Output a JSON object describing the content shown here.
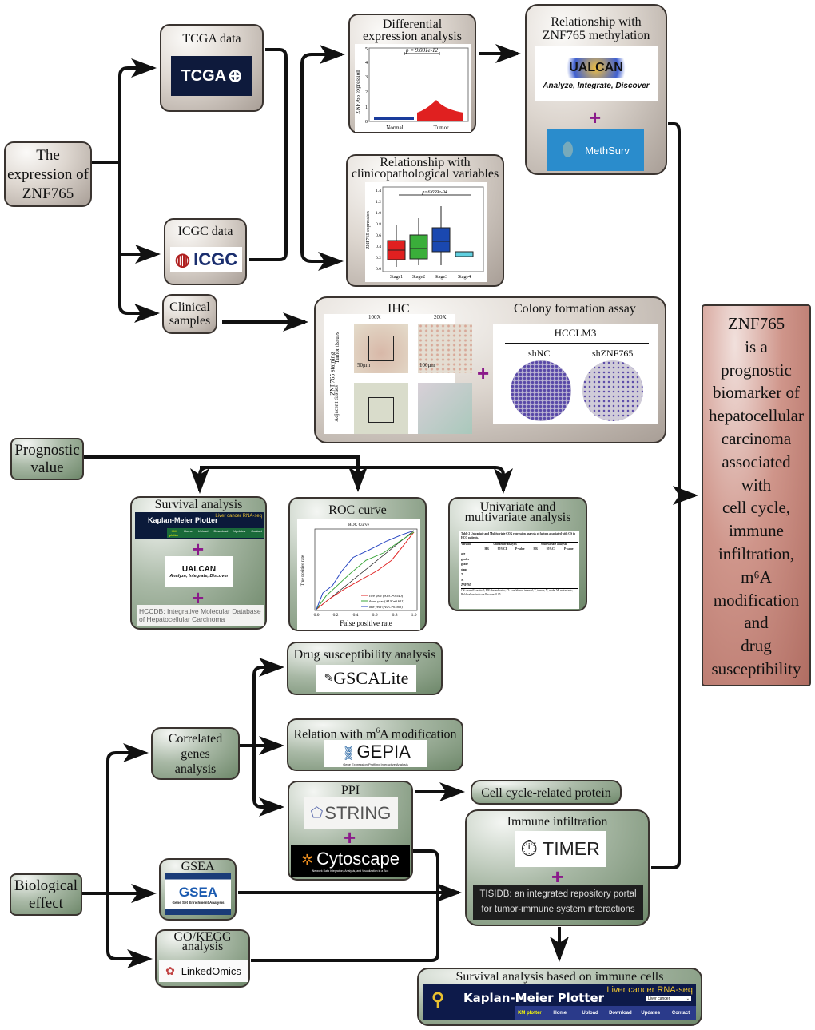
{
  "root": {
    "title": "The expression of ZNF765"
  },
  "tcga": {
    "title": "TCGA data",
    "logo": "TCGA"
  },
  "icgc": {
    "title": "ICGC data",
    "logo": "ICGC"
  },
  "clinical": {
    "title": "Clinical samples"
  },
  "differential": {
    "title_line1": "Differential",
    "title_line2": "expression analysis",
    "pvalue": "p = 9.081e-12",
    "ylabel": "ZNF765 expression",
    "yticks": [
      "0",
      "1",
      "2",
      "3",
      "4",
      "5"
    ],
    "groups": [
      "Normal",
      "Tumor"
    ]
  },
  "clinico": {
    "title_line1": "Relationship with",
    "title_line2": "clinicopathological variables",
    "pvalue": "p=6.659e-04",
    "ylabel": "ZNF765 expression",
    "yticks": [
      "0.0",
      "0.2",
      "0.4",
      "0.6",
      "0.8",
      "1.0",
      "1.2",
      "1.4"
    ],
    "groups": [
      "Stage1",
      "Stage2",
      "Stage3",
      "Stage4"
    ]
  },
  "methylation": {
    "title_line1": "Relationship with",
    "title_line2": "ZNF765 methylation",
    "ualcan": "UALCAN",
    "ualcan_tagline": "Analyze, Integrate, Discover",
    "methsurv": "MethSurv"
  },
  "ihc": {
    "title": "IHC",
    "col1": "100X",
    "col2": "200X",
    "side_label": "ZNF765 staining",
    "row1": "Tumor tissues",
    "row2": "Adjacent tissues",
    "scale1": "50μm",
    "scale2": "100μm"
  },
  "colony": {
    "title": "Colony formation assay",
    "cell_line": "HCCLM3",
    "col1": "shNC",
    "col2": "shZNF765"
  },
  "conclusion": {
    "lines": [
      "ZNF765",
      "is a",
      "prognostic",
      "biomarker of",
      "hepatocellular",
      "carcinoma",
      "associated",
      "with",
      "cell cycle,",
      "immune",
      "infiltration,",
      "m⁶A",
      "modification",
      "and",
      "drug",
      "susceptibility"
    ]
  },
  "prognostic": {
    "title": "Prognostic value"
  },
  "survival": {
    "title": "Survival analysis",
    "km_title": "Kaplan-Meier Plotter",
    "km_sub": "Liver cancer RNA-seq",
    "km_nav": [
      "KM plotter",
      "Home",
      "Upload",
      "Download",
      "Updates",
      "Contact"
    ],
    "ualcan": "UALCAN",
    "ualcan_tagline": "Analyze, Integrate, Discover",
    "hccdb_line1": "HCCDB: Integrative Molecular Database",
    "hccdb_line2": "of Hepatocellular Carcinoma"
  },
  "roc": {
    "title": "ROC curve",
    "plot_title": "ROC Curve",
    "xlabel": "False positive rate",
    "ylabel": "True positive rate",
    "ticks": [
      "0.0",
      "0.2",
      "0.4",
      "0.6",
      "0.8",
      "1.0"
    ],
    "legend": [
      {
        "label": "five year (AUC=0.540)",
        "color": "#e02020"
      },
      {
        "label": "three year (AUC=0.611)",
        "color": "#3aa63a"
      },
      {
        "label": "one year (AUC=0.668)",
        "color": "#2040c0"
      }
    ]
  },
  "cox": {
    "title_line1": "Univariate and",
    "title_line2": "multivariate analysis",
    "caption": "Table 2 Univariate and Multivariate COX regression analysis of factors associated with OS in HCC patients.",
    "headers": [
      "Variable",
      "Univariate analysis",
      "Multivariate analysis"
    ],
    "subheaders": [
      "HR",
      "95%CI",
      "P-value",
      "HR",
      "95%CI",
      "P-value"
    ],
    "variables": [
      "age",
      "gender",
      "grade",
      "stage",
      "T",
      "M",
      "ZNF765"
    ],
    "footnote": "OS: overall survival; HR: hazard ratio; CI: confidence interval; T, tumor; N, node; M, metastasis; Bold values indicate P-value<0.05"
  },
  "drug": {
    "title": "Drug susceptibility analysis",
    "logo": "GSCALite"
  },
  "correlated": {
    "title": "Correlated genes analysis"
  },
  "m6a": {
    "title_pre": "Relation with m",
    "title_sup": "6",
    "title_post": "A modification",
    "logo": "GEPIA",
    "logo_sub": "Gene Expression Profiling Interactive Analysis"
  },
  "ppi": {
    "title": "PPI",
    "string": "STRING",
    "cytoscape": "Cytoscape",
    "cytoscape_sub": "Network Data Integration, Analysis, and Visualization in a Box"
  },
  "cellcycle": {
    "title": "Cell cycle-related protein"
  },
  "immune": {
    "title": "Immune infiltration",
    "timer": "TIMER",
    "tisidb_line1": "TISIDB: an integrated repository portal",
    "tisidb_line2": "for tumor-immune system interactions"
  },
  "biological": {
    "title": "Biological effect"
  },
  "gsea": {
    "title": "GSEA",
    "logo": "GSEA",
    "logo_sub": "Gene Set Enrichment Analysis"
  },
  "gokegg": {
    "title_line1": "GO/KEGG",
    "title_line2": "analysis",
    "logo": "LinkedOmics"
  },
  "survival_immune": {
    "title": "Survival analysis based on immune cells",
    "km_title": "Kaplan-Meier Plotter",
    "km_sub": "Liver cancer RNA-seq",
    "km_select": "Liver cancer",
    "km_nav": [
      "KM plotter",
      "Home",
      "Upload",
      "Download",
      "Updates",
      "Contact"
    ]
  },
  "colors": {
    "plus": "#8a1a8a",
    "conclusion_box": "#c4877d",
    "green_box": "#7f9a7b",
    "beige_box": "#b8afa7"
  }
}
